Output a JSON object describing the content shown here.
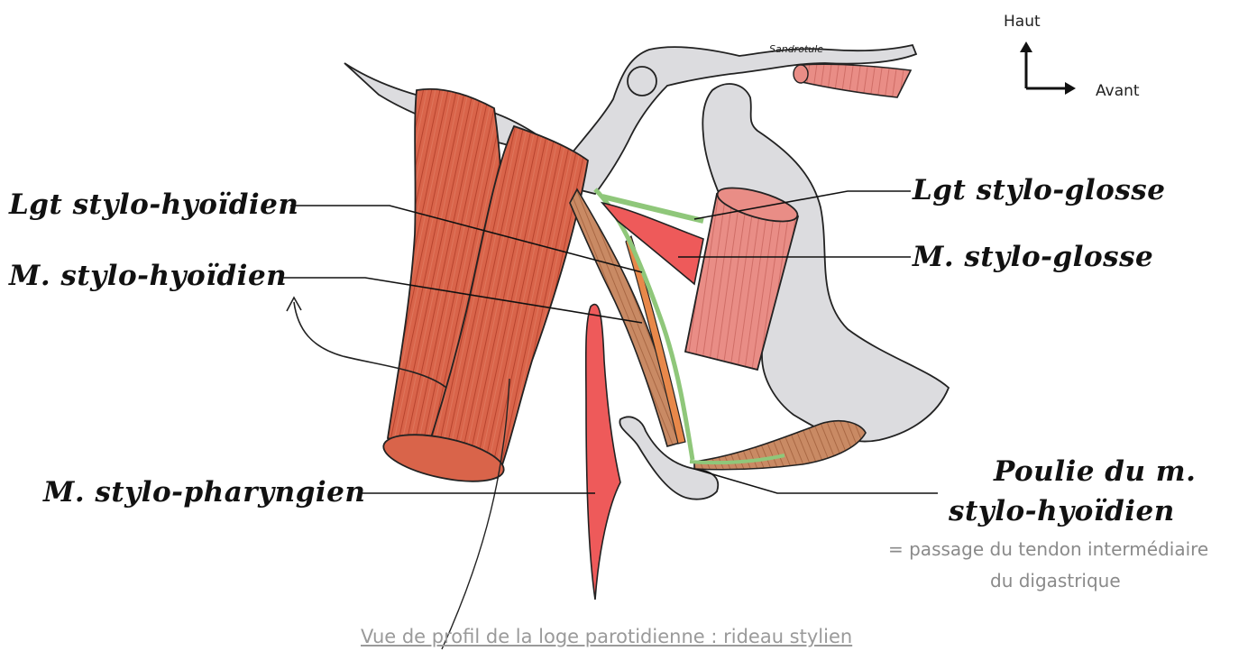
{
  "labels": {
    "lgt_stylo_hyoidien": "Lgt stylo-hyoïdien",
    "m_stylo_hyoidien": "M. stylo-hyoïdien",
    "m_stylo_pharyngien": "M. stylo-pharyngien",
    "lgt_stylo_glosse": "Lgt stylo-glosse",
    "m_stylo_glosse": "M. stylo-glosse",
    "poulie_line1": "Poulie du m.",
    "poulie_line2": "stylo-hyoïdien"
  },
  "note": {
    "line1": "= passage du tendon intermédiaire",
    "line2": "du digastrique"
  },
  "orientation": {
    "up": "Haut",
    "forward": "Avant"
  },
  "sketch_text": "Sandrotule",
  "caption": "Vue de profil de la loge parotidienne : rideau stylien",
  "colors": {
    "bone": "#dcdcdf",
    "muscle_dark": "#d9644a",
    "muscle_brown": "#c98a64",
    "muscle_pink": "#e98d86",
    "muscle_red": "#ee5a5a",
    "ligament_green": "#8fc77a",
    "tendon_orange": "#e8884a"
  }
}
